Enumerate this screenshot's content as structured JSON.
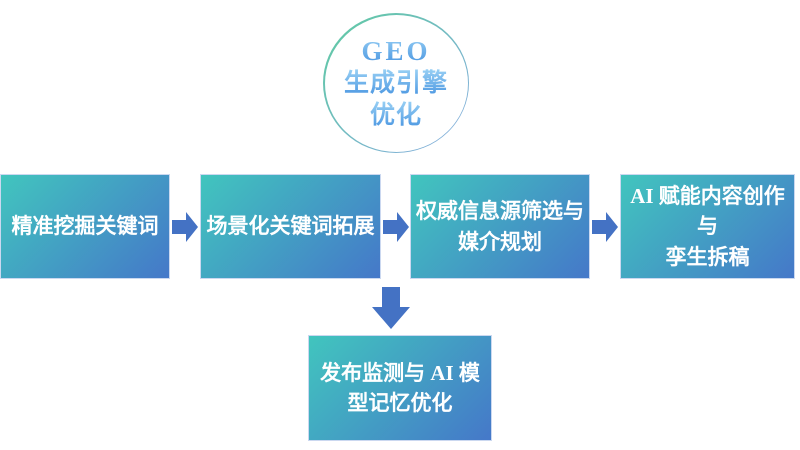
{
  "colors": {
    "box_gradient_start": "#41C5BE",
    "box_gradient_end": "#4578C9",
    "arrow_fill": "#4472C4",
    "box_border": "#CBD8F0",
    "circle_border_start": "#5ECBA1",
    "circle_border_end": "#87ABE2",
    "circle_text_start": "#9BD2F5",
    "circle_text_end": "#418FDF",
    "box_text": "#FFFFFF",
    "background": "#FFFFFF"
  },
  "hub": {
    "lines": [
      "GEO",
      "生成引擎",
      "优化"
    ]
  },
  "flow": {
    "steps": [
      {
        "lines": [
          "精准挖掘关键词"
        ]
      },
      {
        "lines": [
          "场景化关键词拓展"
        ]
      },
      {
        "lines": [
          "权威信息源筛选与",
          "媒介规划"
        ]
      },
      {
        "lines": [
          "AI 赋能内容创作与",
          "孪生拆稿"
        ]
      }
    ],
    "final_step": {
      "lines": [
        "发布监测与 AI 模",
        "型记忆优化"
      ]
    }
  }
}
